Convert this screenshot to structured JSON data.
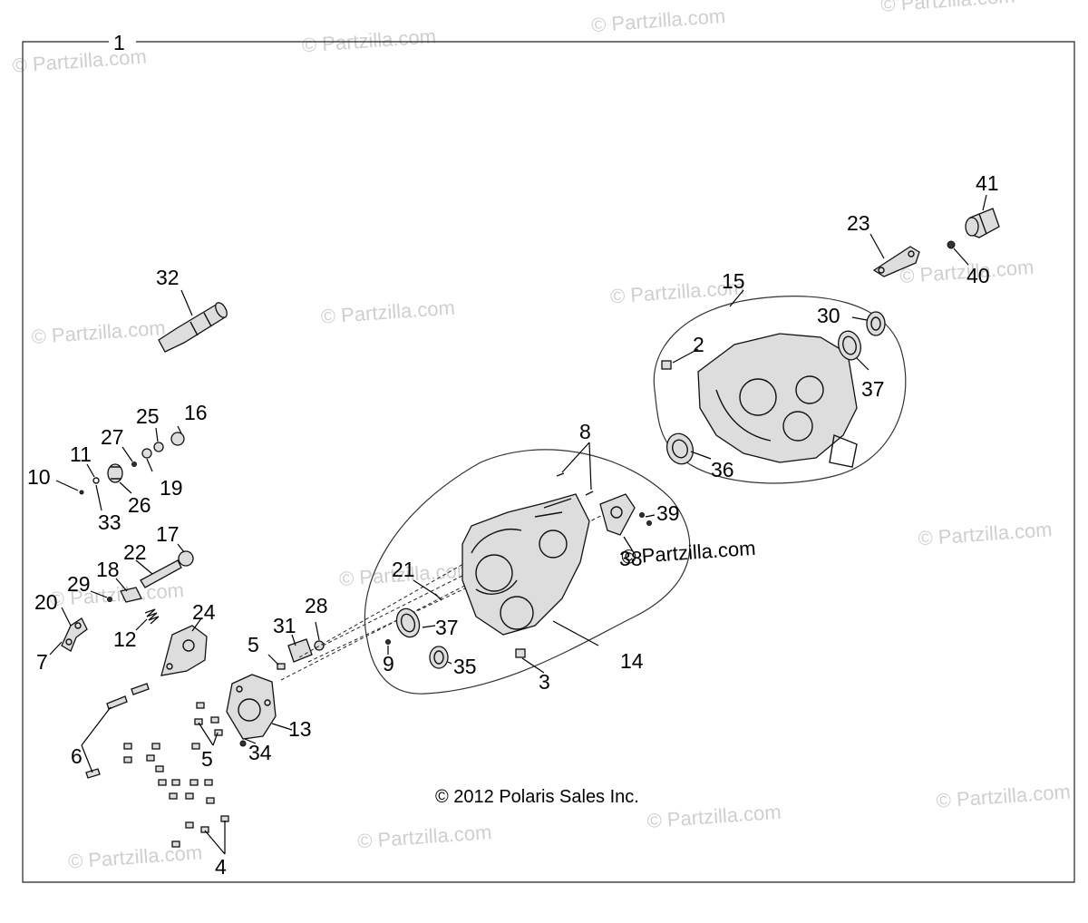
{
  "watermark": "© Partzilla.com",
  "watermark_overlay": "© Partzilla.com",
  "copyright": "© 2012 Polaris Sales Inc.",
  "callouts": {
    "c1": "1",
    "c2": "2",
    "c3": "3",
    "c4": "4",
    "c5a": "5",
    "c5b": "5",
    "c6": "6",
    "c7": "7",
    "c8": "8",
    "c9": "9",
    "c10": "10",
    "c11": "11",
    "c12": "12",
    "c13": "13",
    "c14": "14",
    "c15": "15",
    "c16": "16",
    "c17": "17",
    "c18": "18",
    "c19": "19",
    "c20": "20",
    "c21": "21",
    "c22": "22",
    "c23": "23",
    "c24": "24",
    "c25": "25",
    "c26": "26",
    "c27": "27",
    "c28": "28",
    "c29": "29",
    "c30": "30",
    "c31": "31",
    "c32": "32",
    "c33": "33",
    "c34": "34",
    "c35": "35",
    "c36": "36",
    "c37a": "37",
    "c37b": "37",
    "c38": "38",
    "c39": "39",
    "c40": "40",
    "c41": "41"
  }
}
